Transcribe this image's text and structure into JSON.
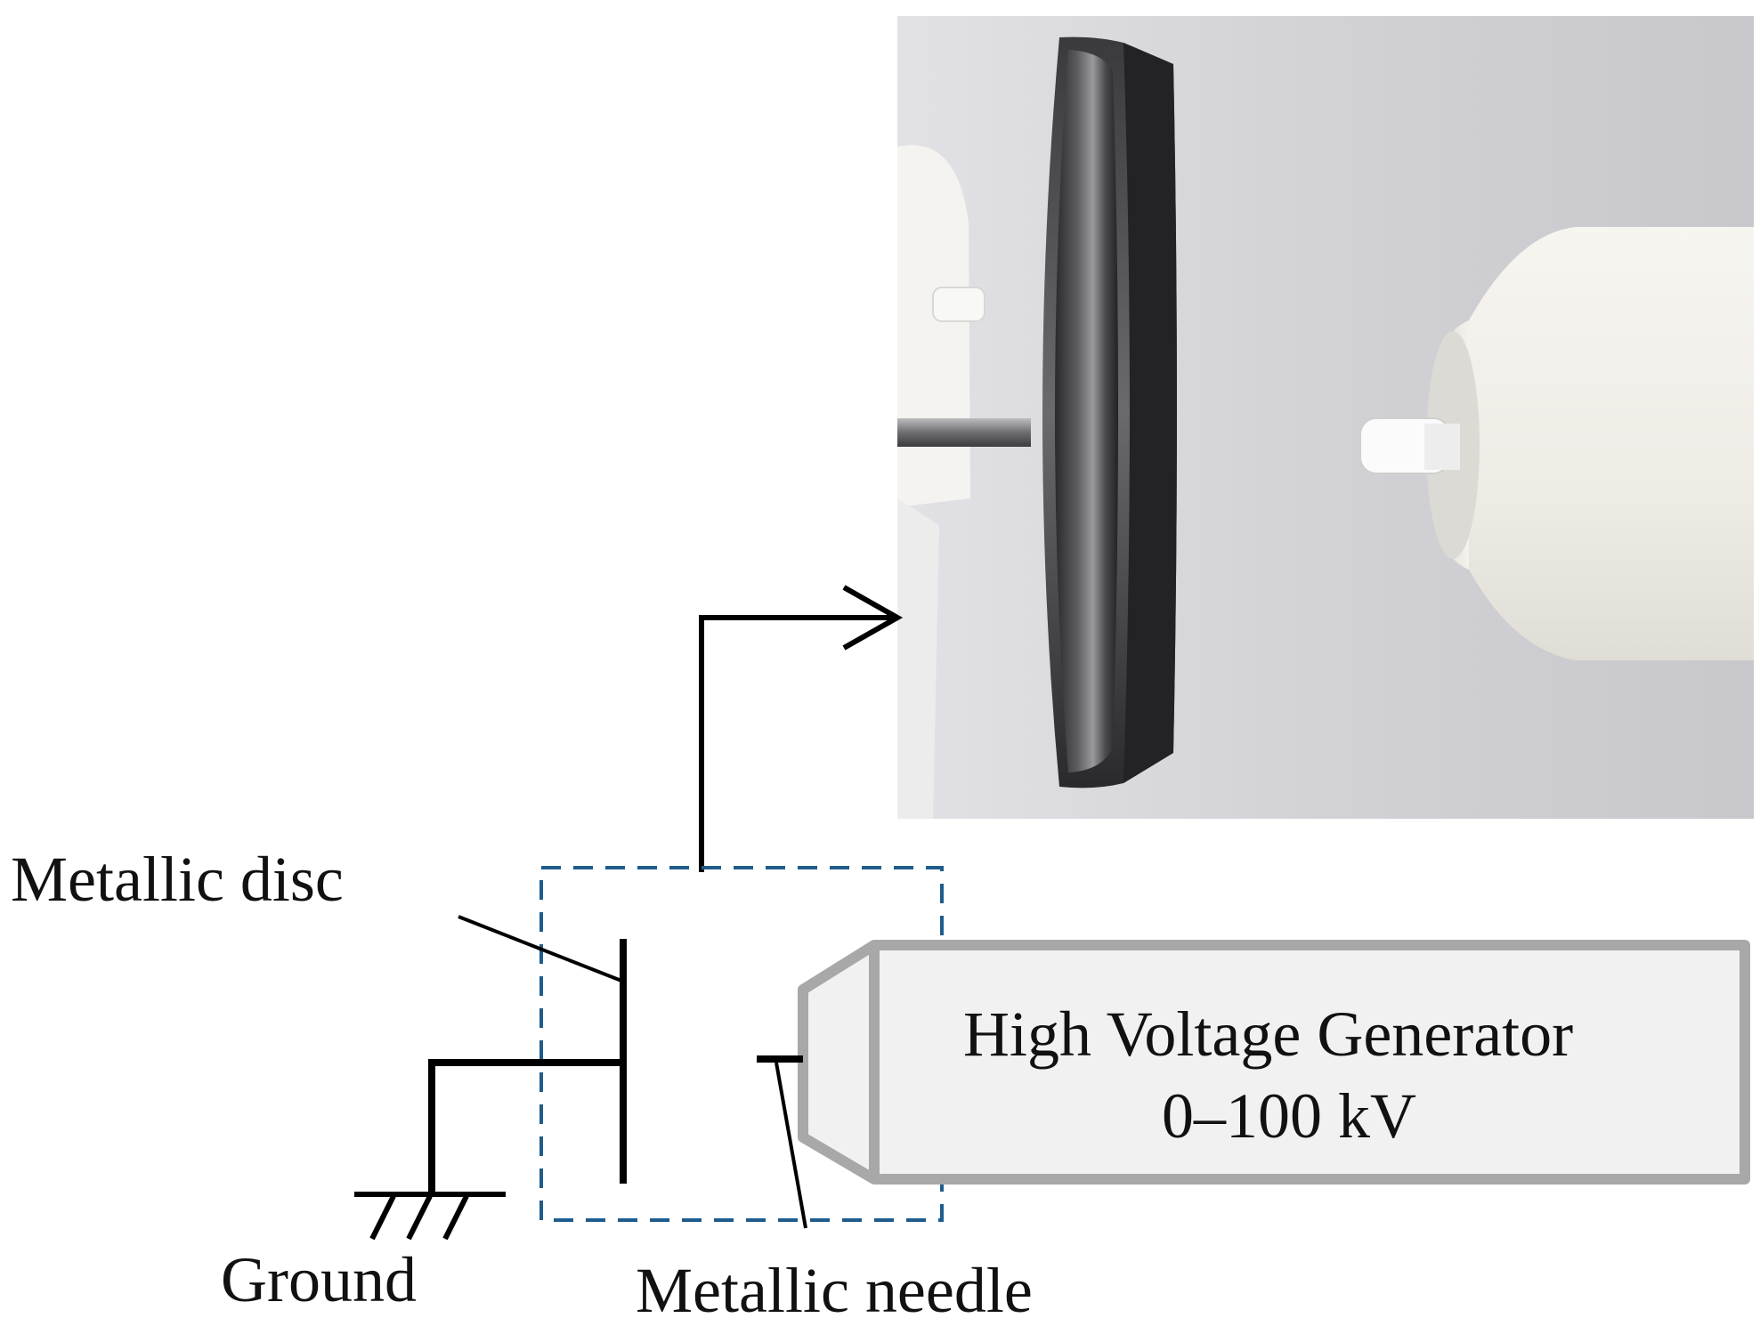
{
  "labels": {
    "metallic_disc": "Metallic disc",
    "ground": "Ground",
    "metallic_needle": "Metallic needle",
    "generator_name": "High Voltage Generator",
    "generator_range": "0–100 kV"
  },
  "colors": {
    "wire": "#000000",
    "dashed_box": "#1f5c8c",
    "generator_outline": "#a8a8a8",
    "generator_fill": "#f1f1f1",
    "photo_wall": "#d4d4d8",
    "disc_metal": "#2e2e30",
    "insulator_white": "#f3f1ec"
  },
  "icons": {
    "ground": "ground-symbol-icon",
    "pointer_arrow": "arrow-right-icon"
  }
}
